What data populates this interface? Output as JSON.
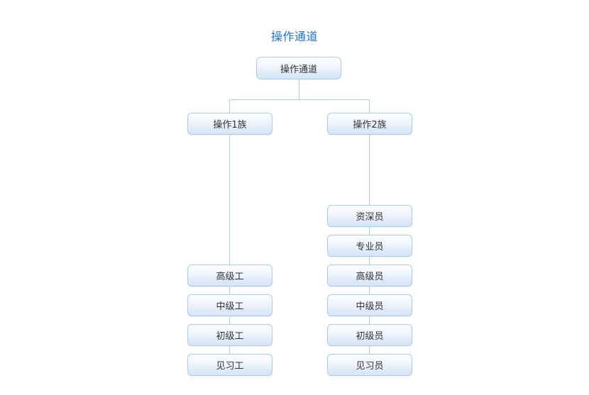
{
  "title": "操作通道",
  "diagram": {
    "type": "org-chart",
    "root": {
      "label": "操作通道"
    },
    "branches": [
      {
        "label": "操作1族",
        "levels": [
          {
            "label": "高级工"
          },
          {
            "label": "中级工"
          },
          {
            "label": "初级工"
          },
          {
            "label": "见习工"
          }
        ]
      },
      {
        "label": "操作2族",
        "levels": [
          {
            "label": "资深员"
          },
          {
            "label": "专业员"
          },
          {
            "label": "高级员"
          },
          {
            "label": "中级员"
          },
          {
            "label": "初级员"
          },
          {
            "label": "见习员"
          }
        ]
      }
    ]
  },
  "colors": {
    "title": "#1f6fd0",
    "node_border": "#a9cbeb",
    "node_fill_top": "#fdfeff",
    "node_fill_bottom": "#d6e5f6",
    "connector": "#a9cbeb",
    "node_text": "#333333",
    "background": "#ffffff"
  }
}
